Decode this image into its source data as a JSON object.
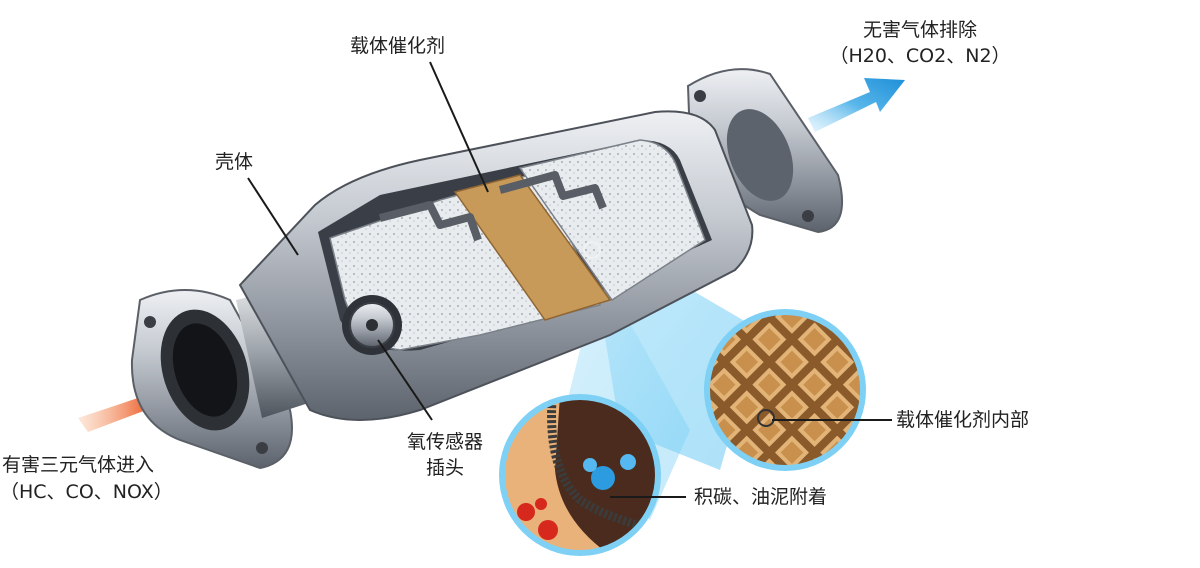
{
  "labels": {
    "outlet_title": "无害气体排除",
    "outlet_gases": "（H20、CO2、N2）",
    "substrate": "载体催化剂",
    "shell": "壳体",
    "substrate_inside": "载体催化剂内部",
    "o2_sensor_line1": "氧传感器",
    "o2_sensor_line2": "插头",
    "carbon_deposit": "积碳、油泥附着",
    "inlet_title": "有害三元气体进入",
    "inlet_gases": "（HC、CO、NOX）"
  },
  "colors": {
    "inlet_arrow": "#e8462a",
    "outlet_arrow": "#2f9fe0",
    "catalyst_band": "#c79a5a",
    "shell_metal": "#b9bec6",
    "honeycomb": "#d8a765",
    "zoom_cone": "#8fd6f6"
  }
}
